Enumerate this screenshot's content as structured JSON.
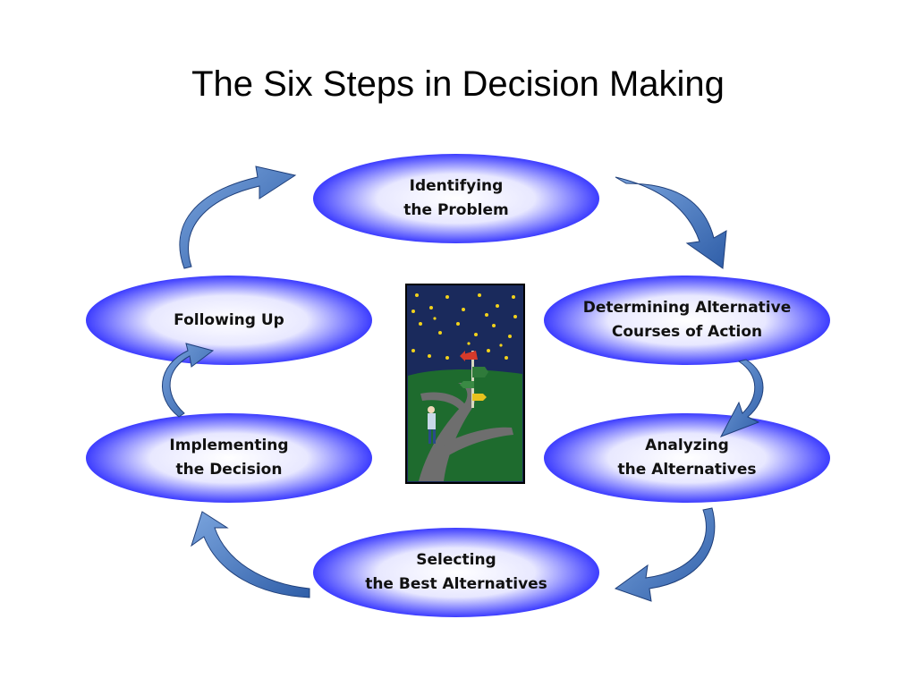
{
  "title": "The Six Steps in Decision Making",
  "colors": {
    "ellipse_edge": "#3c3cff",
    "ellipse_center": "#ffffff",
    "arrow_fill": "#4f7fc4",
    "arrow_stroke": "#1f3f7a"
  },
  "steps": [
    {
      "id": "identifying",
      "label": "Identifying\nthe Problem"
    },
    {
      "id": "determining",
      "label": "Determining Alternative\nCourses of Action"
    },
    {
      "id": "analyzing",
      "label": "Analyzing\nthe Alternatives"
    },
    {
      "id": "selecting",
      "label": "Selecting\nthe Best Alternatives"
    },
    {
      "id": "implementing",
      "label": "Implementing\nthe Decision"
    },
    {
      "id": "following",
      "label": "Following Up"
    }
  ],
  "center_image": {
    "icon": "crossroads-signpost-night-illustration"
  }
}
